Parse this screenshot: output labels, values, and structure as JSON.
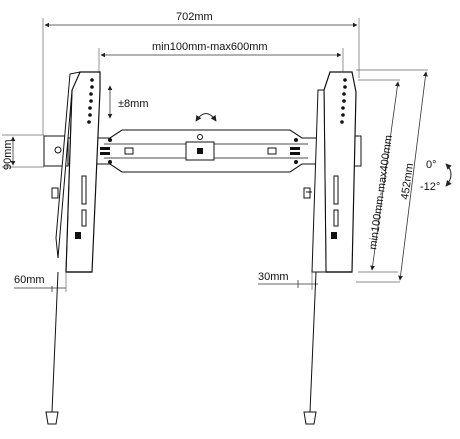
{
  "dimensions": {
    "total_width": "702mm",
    "vesa_horizontal": "min100mm-max600mm",
    "vertical_adjust": "±8mm",
    "wall_plate_height": "90mm",
    "vesa_vertical": "min100mm-max400mm",
    "total_height": "452mm",
    "depth_left": "60mm",
    "depth_right": "30mm",
    "tilt_min": "0°",
    "tilt_max": "-12°"
  },
  "colors": {
    "line": "#111111",
    "fill": "#ffffff",
    "dimension_line": "#555555"
  },
  "icons": {
    "rotate": "rotate-arrow-icon",
    "tilt": "tilt-arrow-icon"
  }
}
